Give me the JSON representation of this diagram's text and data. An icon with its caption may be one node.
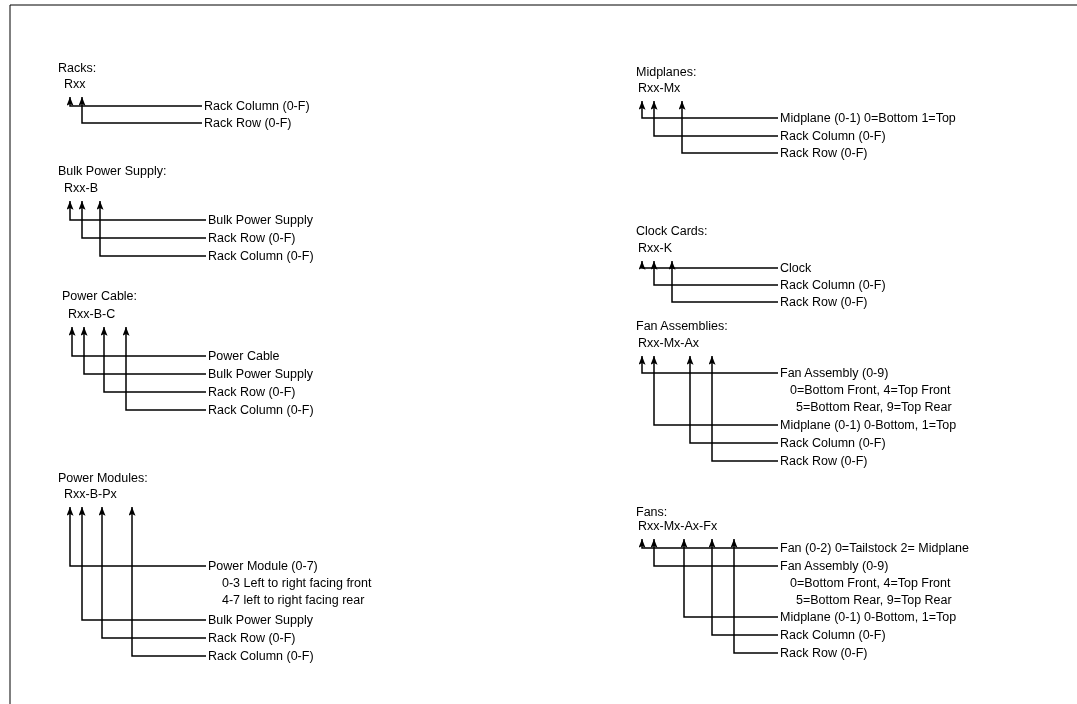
{
  "diagram": {
    "nodes": [
      {
        "text": [
          "Rxx"
        ]
      },
      {
        "text": [
          "Rack Column (0-F)"
        ]
      },
      {
        "text": [
          "Rack Row (0-F)"
        ]
      },
      {
        "text": [
          "Rxx-B"
        ]
      },
      {
        "text": [
          "Bulk Power Supply"
        ]
      },
      {
        "text": [
          "Rack Row (0-F)"
        ]
      },
      {
        "text": [
          "Rack Column (0-F)"
        ]
      },
      {
        "text": [
          "Rxx-B-C"
        ]
      },
      {
        "text": [
          "Power Cable"
        ]
      },
      {
        "text": [
          "Bulk Power Supply"
        ]
      },
      {
        "text": [
          "Rack Row (0-F)"
        ]
      },
      {
        "text": [
          "Rack Column (0-F)"
        ]
      },
      {
        "text": [
          "Rxx-B-Px"
        ]
      },
      {
        "text": [
          "Power Module (0-7)",
          "0-3 Left to right facing front",
          "4-7 left to right facing rear"
        ]
      },
      {
        "text": [
          "Bulk Power Supply"
        ]
      },
      {
        "text": [
          "Rack Row (0-F)"
        ]
      },
      {
        "text": [
          "Rack Column (0-F)"
        ]
      },
      {
        "text": [
          "Rxx-Mx"
        ]
      },
      {
        "text": [
          "Midplane (0-1) 0=Bottom 1=Top"
        ]
      },
      {
        "text": [
          "Rack Column (0-F)"
        ]
      },
      {
        "text": [
          "Rack Row (0-F)"
        ]
      },
      {
        "text": [
          "Rxx-K"
        ]
      },
      {
        "text": [
          "Clock"
        ]
      },
      {
        "text": [
          "Rack Column (0-F)"
        ]
      },
      {
        "text": [
          "Rack Row (0-F)"
        ]
      },
      {
        "text": [
          "Rxx-Mx-Ax"
        ]
      },
      {
        "text": [
          "Fan Assembly (0-9)",
          "0=Bottom Front, 4=Top Front",
          "5=Bottom Rear, 9=Top Rear"
        ]
      },
      {
        "text": [
          "Midplane (0-1) 0-Bottom, 1=Top"
        ]
      },
      {
        "text": [
          "Rack Column (0-F)"
        ]
      },
      {
        "text": [
          "Rack Row (0-F)"
        ]
      },
      {
        "text": [
          "Rxx-Mx-Ax-Fx"
        ]
      },
      {
        "text": [
          "Fan (0-2) 0=Tailstock 2= Midplane"
        ]
      },
      {
        "text": [
          "Fan Assembly (0-9)",
          "0=Bottom Front, 4=Top Front",
          "5=Bottom Rear, 9=Top Rear"
        ]
      },
      {
        "text": [
          "Midplane (0-1) 0-Bottom, 1=Top"
        ]
      },
      {
        "text": [
          "Rack Column (0-F)"
        ]
      },
      {
        "text": [
          "Rack Row (0-F)"
        ]
      }
    ],
    "edges": [
      {
        "from": 1,
        "to": 0,
        "arrow": "to"
      },
      {
        "from": 2,
        "to": 0,
        "arrow": "to"
      },
      {
        "from": 4,
        "to": 3,
        "arrow": "to"
      },
      {
        "from": 5,
        "to": 3,
        "arrow": "to"
      },
      {
        "from": 6,
        "to": 3,
        "arrow": "to"
      },
      {
        "from": 8,
        "to": 7,
        "arrow": "to"
      },
      {
        "from": 9,
        "to": 7,
        "arrow": "to"
      },
      {
        "from": 10,
        "to": 7,
        "arrow": "to"
      },
      {
        "from": 11,
        "to": 7,
        "arrow": "to"
      },
      {
        "from": 13,
        "to": 12,
        "arrow": "to"
      },
      {
        "from": 14,
        "to": 12,
        "arrow": "to"
      },
      {
        "from": 15,
        "to": 12,
        "arrow": "to"
      },
      {
        "from": 16,
        "to": 12,
        "arrow": "to"
      },
      {
        "from": 18,
        "to": 17,
        "arrow": "to"
      },
      {
        "from": 19,
        "to": 17,
        "arrow": "to"
      },
      {
        "from": 20,
        "to": 17,
        "arrow": "to"
      },
      {
        "from": 22,
        "to": 21,
        "arrow": "to"
      },
      {
        "from": 23,
        "to": 21,
        "arrow": "to"
      },
      {
        "from": 24,
        "to": 21,
        "arrow": "to"
      },
      {
        "from": 26,
        "to": 25,
        "arrow": "to"
      },
      {
        "from": 27,
        "to": 25,
        "arrow": "to"
      },
      {
        "from": 28,
        "to": 25,
        "arrow": "to"
      },
      {
        "from": 29,
        "to": 25,
        "arrow": "to"
      },
      {
        "from": 31,
        "to": 30,
        "arrow": "to"
      },
      {
        "from": 32,
        "to": 30,
        "arrow": "to"
      },
      {
        "from": 33,
        "to": 30,
        "arrow": "to"
      },
      {
        "from": 34,
        "to": 30,
        "arrow": "to"
      },
      {
        "from": 35,
        "to": 30,
        "arrow": "to"
      }
    ],
    "labels": [
      "Racks:",
      "Bulk Power Supply:",
      "Power Cable:",
      "Power Modules:",
      "Midplanes:",
      "Clock Cards:",
      "Fan Assemblies:",
      "Fans:"
    ]
  }
}
